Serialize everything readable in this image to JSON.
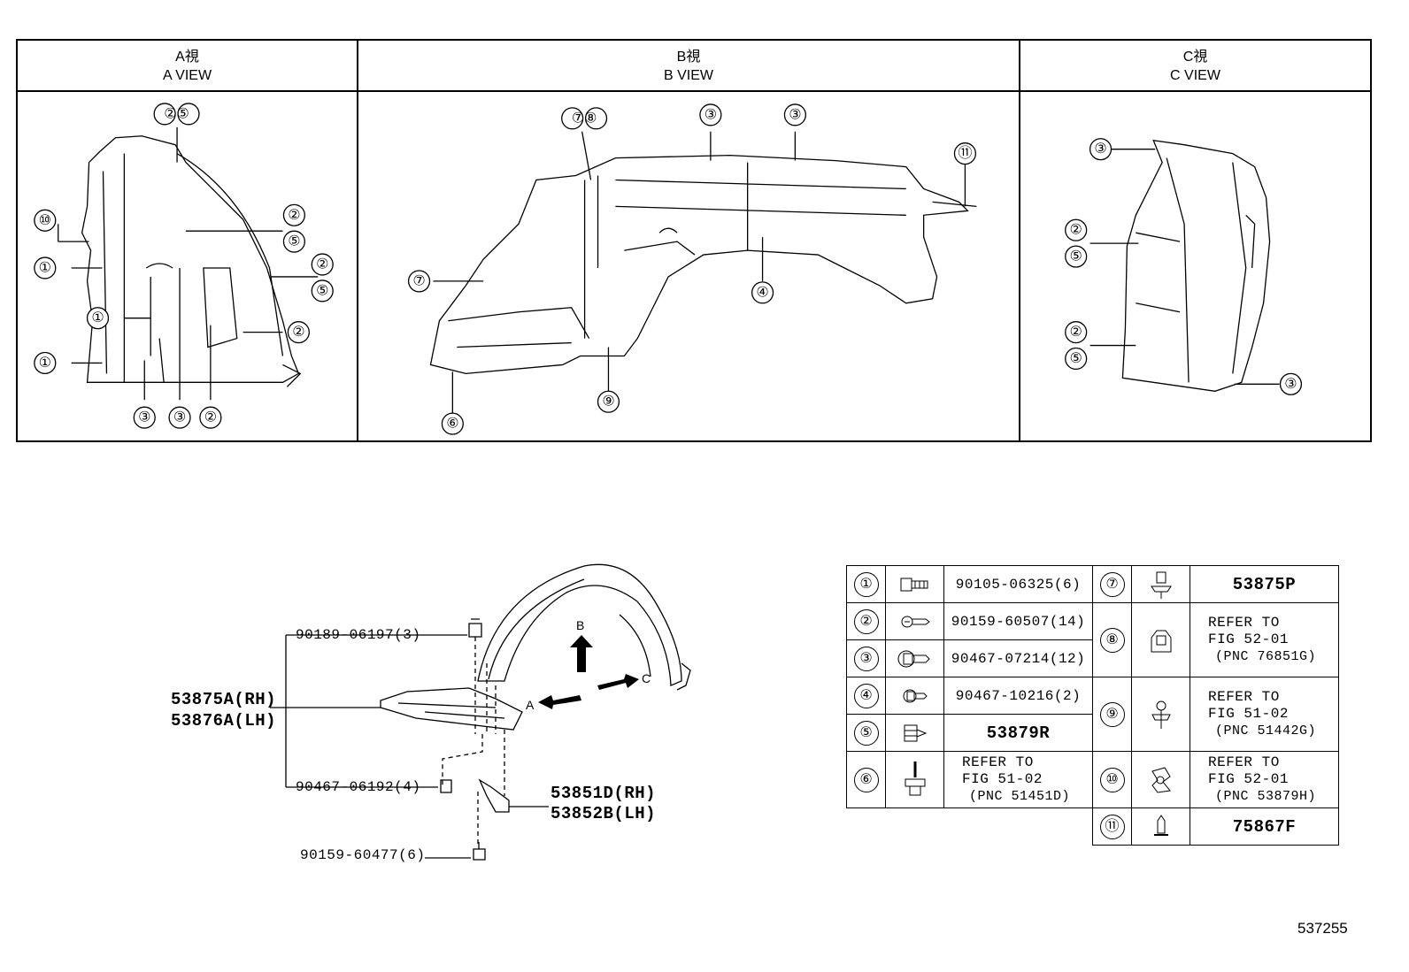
{
  "views": [
    {
      "jp": "A視",
      "en": "A VIEW"
    },
    {
      "jp": "B視",
      "en": "B VIEW"
    },
    {
      "jp": "C視",
      "en": "C VIEW"
    }
  ],
  "callouts": {
    "a": [
      "②⑤",
      "⑩",
      "①",
      "②",
      "⑤",
      "②",
      "⑤",
      "①",
      "②",
      "①",
      "③",
      "③",
      "②"
    ],
    "b": [
      "⑦⑧",
      "③",
      "③",
      "⑪",
      "⑦",
      "④",
      "⑨",
      "⑥"
    ],
    "c": [
      "③",
      "②",
      "⑤",
      "②",
      "⑤",
      "③"
    ]
  },
  "main": {
    "labels": {
      "clip_top": "90189-06197(3)",
      "liner_rh": "53875A(RH)",
      "liner_lh": "53876A(LH)",
      "clip_bottom": "90467-06192(4)",
      "bracket_rh": "53851D(RH)",
      "bracket_lh": "53852B(LH)",
      "bolt": "90159-60477(6)"
    },
    "arrows": {
      "a": "A",
      "b": "B",
      "c": "C"
    }
  },
  "parts_left": [
    {
      "num": "①",
      "icon": "screw-icon",
      "code": "90105-06325(6)"
    },
    {
      "num": "②",
      "icon": "clip-screw-icon",
      "code": "90159-60507(14)"
    },
    {
      "num": "③",
      "icon": "push-clip-icon",
      "code": "90467-07214(12)"
    },
    {
      "num": "④",
      "icon": "small-clip-icon",
      "code": "90467-10216(2)"
    },
    {
      "num": "⑤",
      "icon": "nut-icon",
      "code": "53879R"
    },
    {
      "num": "⑥",
      "icon": "bolt-icon",
      "ref": [
        "REFER TO",
        "FIG 51-02",
        "(PNC 51451D)"
      ]
    }
  ],
  "parts_right": [
    {
      "num": "⑦",
      "icon": "rivet-icon",
      "code": "53875P"
    },
    {
      "num": "⑧",
      "icon": "clip-nut-icon",
      "ref": [
        "REFER TO",
        "FIG 52-01",
        "(PNC 76851G)"
      ]
    },
    {
      "num": "⑨",
      "icon": "stud-clip-icon",
      "ref": [
        "REFER TO",
        "FIG 51-02",
        "(PNC 51442G)"
      ]
    },
    {
      "num": "⑩",
      "icon": "spring-clip-icon",
      "ref": [
        "REFER TO",
        "FIG 52-01",
        "(PNC 53879H)"
      ]
    },
    {
      "num": "⑪",
      "icon": "pin-icon",
      "code": "75867F"
    }
  ],
  "figure_id": "537255"
}
